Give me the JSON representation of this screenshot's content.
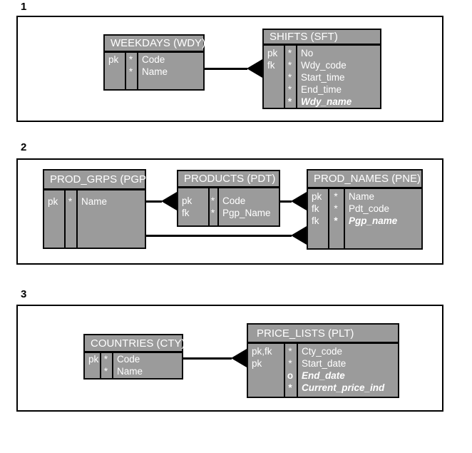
{
  "colors": {
    "entity_fill": "#9b9b9b",
    "entity_text": "#ffffff",
    "line": "#000000",
    "background": "#ffffff"
  },
  "sections": [
    {
      "number": "1",
      "tables": [
        {
          "title": "WEEKDAYS (WDY)",
          "rows": [
            {
              "key": "pk",
              "marker": "*",
              "name": "Code"
            },
            {
              "key": "",
              "marker": "*",
              "name": "Name"
            }
          ]
        },
        {
          "title": "SHIFTS (SFT)",
          "rows": [
            {
              "key": "pk",
              "marker": "*",
              "name": "No"
            },
            {
              "key": "fk",
              "marker": "*",
              "name": "Wdy_code"
            },
            {
              "key": "",
              "marker": "*",
              "name": "Start_time"
            },
            {
              "key": "",
              "marker": "*",
              "name": "End_time"
            },
            {
              "key": "",
              "marker": "*",
              "name": "Wdy_name"
            }
          ]
        }
      ]
    },
    {
      "number": "2",
      "tables": [
        {
          "title": "PROD_GRPS (PGP)",
          "rows": [
            {
              "key": "pk",
              "marker": "*",
              "name": "Name"
            }
          ]
        },
        {
          "title": "PRODUCTS (PDT)",
          "rows": [
            {
              "key": "pk",
              "marker": "*",
              "name": "Code"
            },
            {
              "key": "fk",
              "marker": "*",
              "name": "Pgp_Name"
            }
          ]
        },
        {
          "title": "PROD_NAMES (PNE)",
          "rows": [
            {
              "key": "pk",
              "marker": "*",
              "name": "Name"
            },
            {
              "key": "fk",
              "marker": "*",
              "name": "Pdt_code"
            },
            {
              "key": "fk",
              "marker": "*",
              "name": "Pgp_name"
            }
          ]
        }
      ]
    },
    {
      "number": "3",
      "tables": [
        {
          "title": "COUNTRIES (CTY)",
          "rows": [
            {
              "key": "pk",
              "marker": "*",
              "name": "Code"
            },
            {
              "key": "",
              "marker": "*",
              "name": "Name"
            }
          ]
        },
        {
          "title": "PRICE_LISTS (PLT)",
          "rows": [
            {
              "key": "pk,fk",
              "marker": "*",
              "name": "Cty_code"
            },
            {
              "key": "pk",
              "marker": "*",
              "name": "Start_date"
            },
            {
              "key": "",
              "marker": "o",
              "name": "End_date"
            },
            {
              "key": "",
              "marker": "*",
              "name": "Current_price_ind"
            }
          ]
        }
      ]
    }
  ],
  "connectors": [
    {
      "from": "WEEKDAYS (WDY)",
      "to": "SHIFTS (SFT)"
    },
    {
      "from": "PROD_GRPS (PGP)",
      "to": "PRODUCTS (PDT)"
    },
    {
      "from": "PRODUCTS (PDT)",
      "to": "PROD_NAMES (PNE)"
    },
    {
      "from": "PROD_GRPS (PGP)",
      "to": "PROD_NAMES (PNE)"
    },
    {
      "from": "COUNTRIES (CTY)",
      "to": "PRICE_LISTS (PLT)"
    }
  ]
}
